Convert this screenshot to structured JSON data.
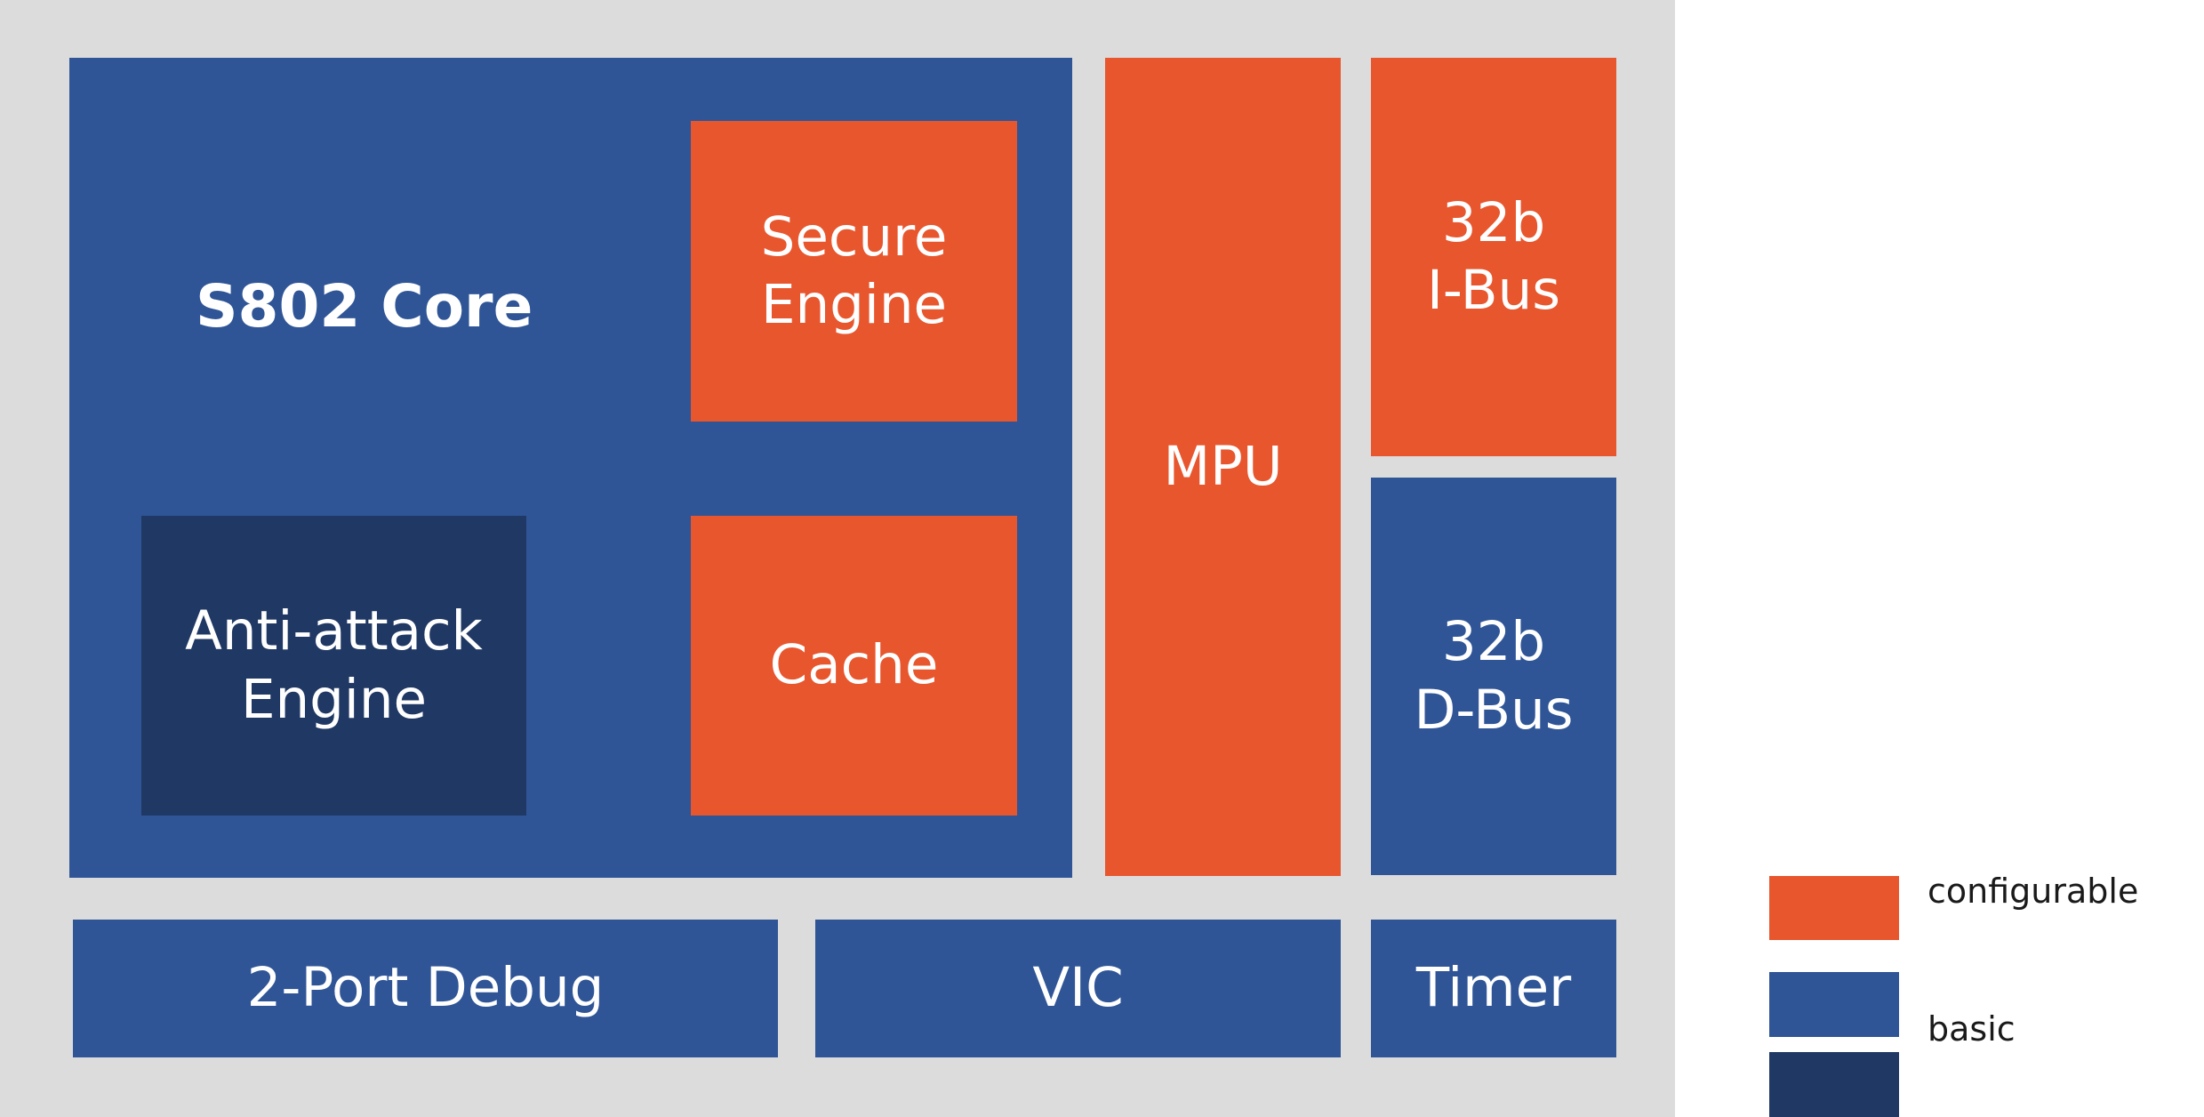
{
  "colors": {
    "frame": "#dcdcdc",
    "basic": "#2f5597",
    "configurable": "#e8562e",
    "dark": "#203864",
    "text_light": "#ffffff",
    "text_dark": "#1a1a1a"
  },
  "core": {
    "title": "S802 Core",
    "secure_engine": "Secure\nEngine",
    "cache": "Cache",
    "anti_attack_engine": "Anti-attack\nEngine"
  },
  "mpu": "MPU",
  "ibus": "32b\nI-Bus",
  "dbus": "32b\nD-Bus",
  "bottom": {
    "debug": "2-Port Debug",
    "vic": "VIC",
    "timer": "Timer"
  },
  "legend": [
    {
      "label": "configurable",
      "color": "#e8562e"
    },
    {
      "label": "basic",
      "color": "#2f5597"
    },
    {
      "label": "",
      "color": "#203864"
    }
  ]
}
